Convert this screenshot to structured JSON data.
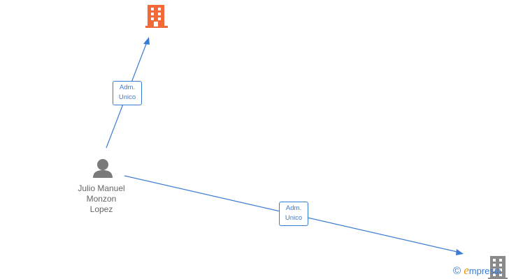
{
  "nodes": {
    "company_top": {
      "icon": "building-icon",
      "color": "#f26a3a"
    },
    "person": {
      "icon": "person-icon",
      "color": "#7a7a7a",
      "name_lines": [
        "Julio Manuel",
        "Monzon",
        "Lopez"
      ]
    },
    "company_bottom": {
      "icon": "building-icon",
      "color": "#8a8a8a"
    }
  },
  "edges": [
    {
      "from": "person",
      "to": "company_top",
      "label_lines": [
        "Adm.",
        "Unico"
      ]
    },
    {
      "from": "person",
      "to": "company_bottom",
      "label_lines": [
        "Adm.",
        "Unico"
      ]
    }
  ],
  "watermark": {
    "copyright": "©",
    "brand_initial": "e",
    "brand_rest": "mpresia"
  },
  "colors": {
    "edge": "#3a7bd5",
    "label_text": "#3a7bd5"
  }
}
